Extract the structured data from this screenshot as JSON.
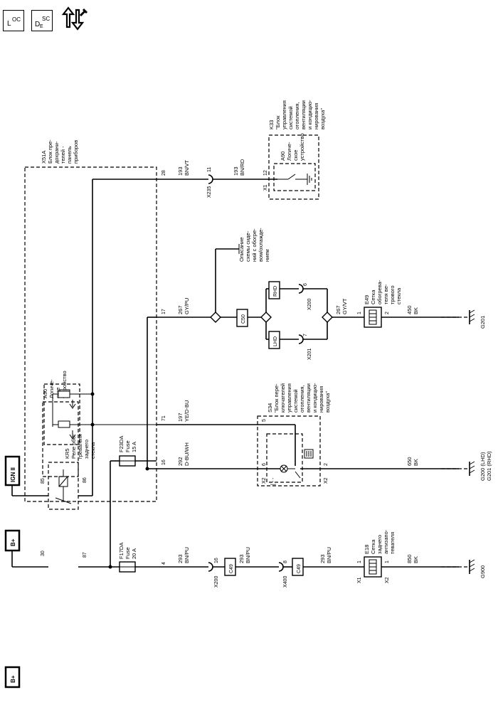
{
  "header": {
    "loc_icon": {
      "big": "L",
      "small": "OC"
    },
    "desc_icon": {
      "big": "D",
      "sub": "E",
      "small": "SC"
    },
    "updown_icon": "up-down-arrows-wrench-icon"
  },
  "terminals": {
    "ign": "IGN II",
    "bplus_top": "B+",
    "bplus_bottom": "B+"
  },
  "x51a": {
    "label": [
      "X51A",
      "Блок пре-",
      "дохрани-",
      "телей -",
      "панель",
      "приборов"
    ]
  },
  "kr5": {
    "label": [
      "KR5",
      "Реле обо-",
      "гревателя",
      "заднего",
      "стекла"
    ],
    "pins": {
      "p85": "85",
      "p86": "86",
      "p30": "30",
      "p87": "87"
    }
  },
  "fuses": {
    "f23da": {
      "label": [
        "F23DA",
        "Fuse",
        "15 A"
      ]
    },
    "f17da": {
      "label": [
        "F17DA",
        "Fuse",
        "20 A"
      ]
    }
  },
  "a90_left": {
    "label": [
      "A90",
      "Логиче-",
      "ское",
      "устройство"
    ]
  },
  "x51a_pins": {
    "p28": "28",
    "p17": "17",
    "p71": "71",
    "p16": "16",
    "p4": "4"
  },
  "wires": {
    "w193a": {
      "num": "193",
      "color": "BN/VT"
    },
    "w193b": {
      "num": "193",
      "color": "BN/RD"
    },
    "w267a": {
      "num": "267",
      "color": "GY/PU"
    },
    "w267b": {
      "num": "267",
      "color": "GY/VT"
    },
    "w197": {
      "num": "197",
      "color": "YE/D-BU"
    },
    "w292": {
      "num": "292",
      "color": "D-BU/WH"
    },
    "w293a": {
      "num": "293",
      "color": "BN/PU"
    },
    "w293b": {
      "num": "293",
      "color": "BN/PU"
    },
    "w293c": {
      "num": "293",
      "color": "BN/PU"
    },
    "w450": {
      "num": "450",
      "color": "BK"
    },
    "w650": {
      "num": "650",
      "color": "BK"
    },
    "w850": {
      "num": "850",
      "color": "BK"
    }
  },
  "connectors": {
    "x235": {
      "name": "X235",
      "pin": "11"
    },
    "x1_k33": {
      "name": "X1",
      "pin": "12"
    },
    "x200_rhd": {
      "name": "X200",
      "pin": "6"
    },
    "x201_lhd": {
      "name": "X201",
      "pin": "7"
    },
    "x200_bottom": {
      "name": "X200",
      "pin": "16"
    },
    "x400": {
      "name": "X400",
      "pin": "8"
    },
    "s34_pin5": "5",
    "s34_pin6": "6",
    "s34_x2a": "X2",
    "s34_x2b": "X2",
    "s34_pin2": "2",
    "e49_p1": "1",
    "e49_p2": "2",
    "e18_x1": "X1",
    "e18_p1": "1",
    "e18_x2": "X2",
    "e18_p2": "1"
  },
  "boxes": {
    "c50": "C50",
    "rhd": "RHD",
    "lhd": "LHD",
    "c49a": "C49",
    "c49b": "C49"
  },
  "k33": {
    "label": [
      "K33",
      "\"Блок",
      "управления",
      "системой",
      "отопления,",
      "вентиляции",
      "и кондицио-",
      "нирования",
      "воздуха\""
    ]
  },
  "a90_k33": {
    "label": [
      "A90",
      "Логиче-",
      "ское",
      "устройство"
    ]
  },
  "ref_note": {
    "label": [
      "Описание",
      "схемы сиде-",
      "ний с обогре-",
      "вом/охлажде-",
      "нием"
    ]
  },
  "s34": {
    "label": [
      "S34",
      "\"Блок пере-",
      "ключателей",
      "управления",
      "системой",
      "отопления,",
      "вентиляции",
      "и кондицио-",
      "нирования",
      "воздуха\""
    ]
  },
  "e49": {
    "label": [
      "E49",
      "Сетка",
      "обогрева-",
      "теля ве-",
      "трового",
      "стекла"
    ]
  },
  "e18": {
    "label": [
      "E18",
      "Сетка",
      "заднего",
      "антизапо-",
      "тевателя"
    ]
  },
  "grounds": {
    "g201": "G201",
    "g200": [
      "G200 (LHD)",
      "G201 (RHD)"
    ],
    "g900": "G900"
  }
}
